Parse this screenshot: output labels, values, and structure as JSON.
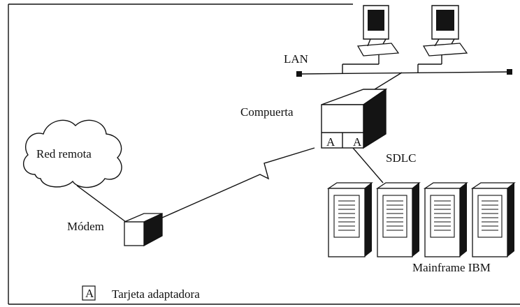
{
  "labels": {
    "lan": "LAN",
    "gateway": "Compuerta",
    "sdlc": "SDLC",
    "remote_network": "Red remota",
    "modem": "Módem",
    "mainframe": "Mainframe IBM",
    "adapter_letter": "A",
    "legend_text": "Tarjeta adaptadora"
  },
  "colors": {
    "ink": "#111111",
    "dark_face": "#141414",
    "light_face": "#ffffff"
  }
}
